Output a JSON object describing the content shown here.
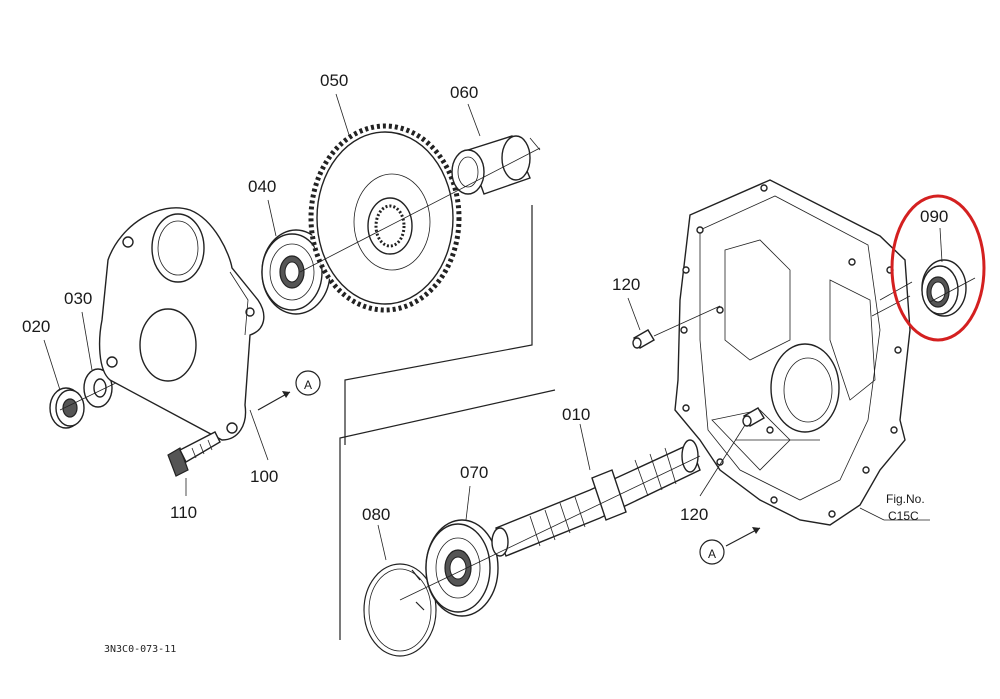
{
  "parts": [
    {
      "id": "p020",
      "label": "020"
    },
    {
      "id": "p030",
      "label": "030"
    },
    {
      "id": "p040",
      "label": "040"
    },
    {
      "id": "p050",
      "label": "050"
    },
    {
      "id": "p060",
      "label": "060"
    },
    {
      "id": "p090",
      "label": "090"
    },
    {
      "id": "p100",
      "label": "100"
    },
    {
      "id": "p110",
      "label": "110"
    },
    {
      "id": "p120a",
      "label": "120"
    },
    {
      "id": "p120b",
      "label": "120"
    },
    {
      "id": "p010",
      "label": "010"
    },
    {
      "id": "p070",
      "label": "070"
    },
    {
      "id": "p080",
      "label": "080"
    }
  ],
  "reference_marker": "A",
  "figure": {
    "line1": "Fig.No.",
    "line2": "C15C"
  },
  "drawing_code": "3N3C0-073-11",
  "highlight_color": "#d42020"
}
